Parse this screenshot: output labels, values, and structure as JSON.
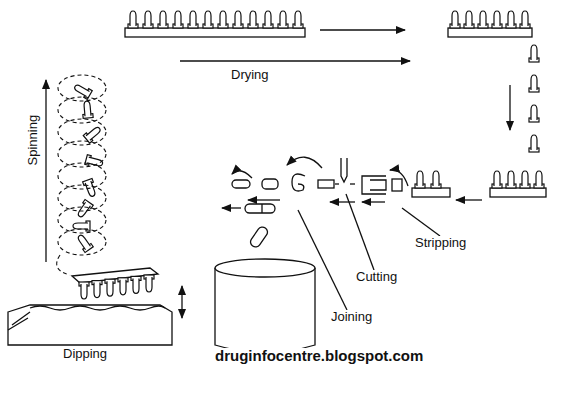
{
  "diagram": {
    "labels": [
      "Drying",
      "Spinning",
      "Stripping",
      "Cutting",
      "Joining",
      "Dipping",
      "druginfocentre.blogspot.com"
    ]
  }
}
